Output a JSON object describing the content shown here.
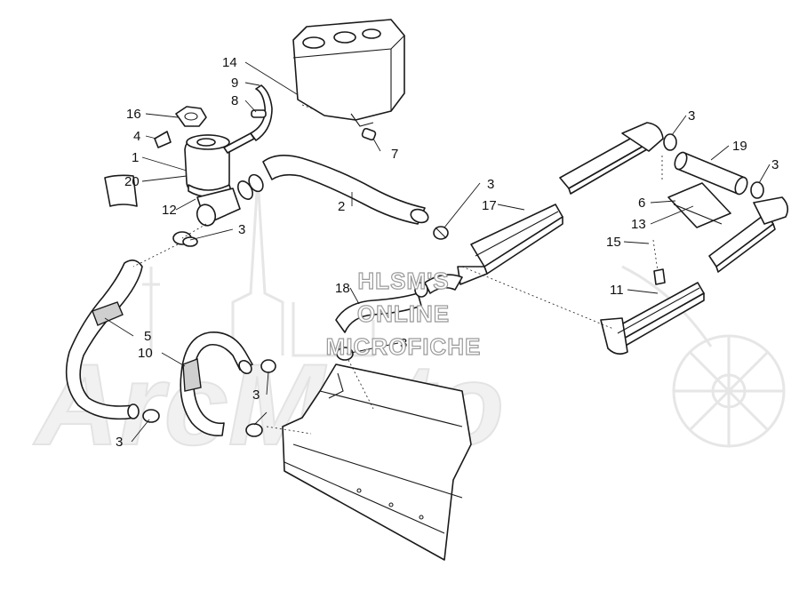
{
  "callouts": [
    "14",
    "9",
    "8",
    "16",
    "4",
    "1",
    "20",
    "12",
    "7",
    "2",
    "3",
    "17",
    "18",
    "5",
    "10",
    "3",
    "3",
    "3",
    "3",
    "3",
    "3",
    "19",
    "6",
    "13",
    "15",
    "11",
    "3"
  ],
  "watermark": {
    "line1": "HLSM'S",
    "line2": "ONLINE",
    "line3": "MICROFICHE",
    "brand": "ArcMoto"
  }
}
